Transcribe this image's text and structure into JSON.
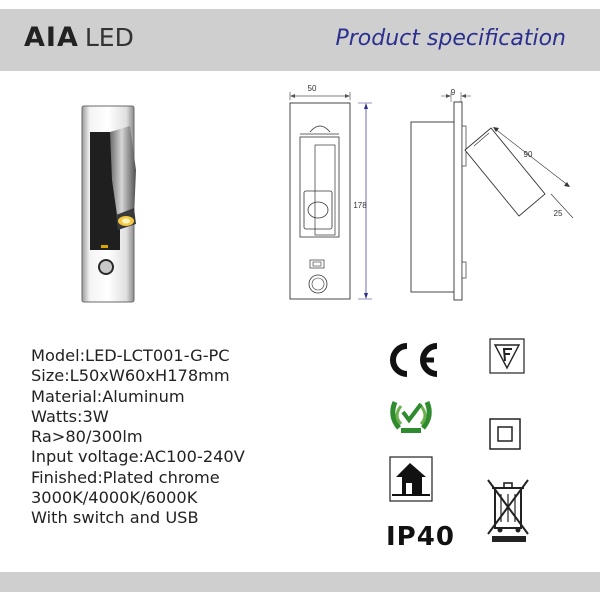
{
  "header": {
    "logo_bold": "AIA",
    "logo_light": "LED",
    "title": "Product specification"
  },
  "dimensions": {
    "width": "50",
    "height": "178",
    "depth": "9",
    "head_length": "90",
    "head_width": "25"
  },
  "specs": [
    "Model:LED-LCT001-G-PC",
    "Size:L50xW60xH178mm",
    "Material:Aluminum",
    "Watts:3W",
    "Ra>80/300lm",
    "Input voltage:AC100-240V",
    "Finished:Plated chrome",
    "3000K/4000K/6000K",
    "With switch and USB"
  ],
  "certifications": {
    "ce": "CE",
    "ip_rating": "IP40"
  },
  "icons": [
    "ce-mark-icon",
    "f-mark-icon",
    "green-leaf-certification-icon",
    "double-insulation-icon",
    "indoor-use-icon",
    "weee-bin-icon"
  ]
}
